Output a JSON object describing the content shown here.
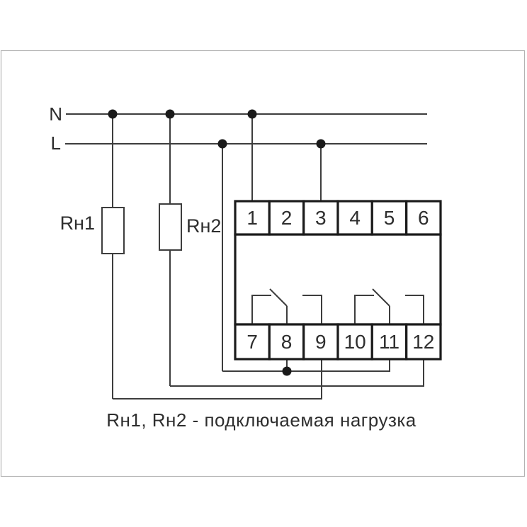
{
  "labels": {
    "n_bus": "N",
    "l_bus": "L",
    "load1": "Rн1",
    "load2": "Rн2"
  },
  "device": {
    "top_terminals": [
      "1",
      "2",
      "3",
      "4",
      "5",
      "6"
    ],
    "bottom_terminals": [
      "7",
      "8",
      "9",
      "10",
      "11",
      "12"
    ]
  },
  "caption": "Rн1, Rн2 - подключаемая нагрузка",
  "colors": {
    "background": "#ffffff",
    "wire": "#3d3d3d",
    "device_border": "#1b1b1b",
    "junction_dot": "#1a1a1a",
    "frame": "#b3b3b3",
    "text": "#2e2e2e"
  }
}
